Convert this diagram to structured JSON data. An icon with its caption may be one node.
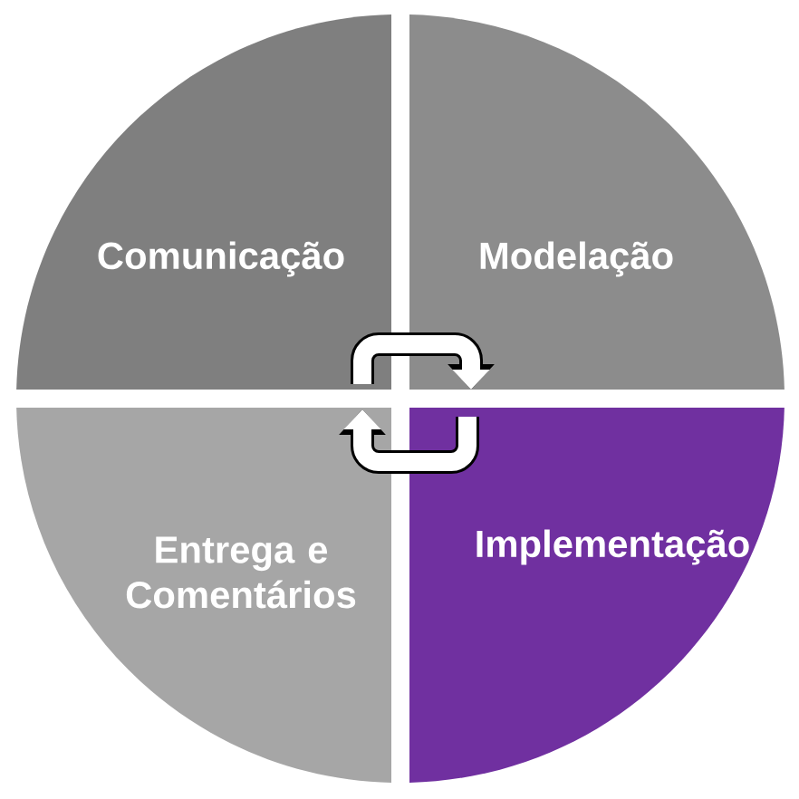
{
  "diagram": {
    "nodes": [
      {
        "text": [
          "Comunicação"
        ]
      },
      {
        "text": [
          "Modelação"
        ]
      },
      {
        "text": [
          "Entrega e Comentários"
        ]
      },
      {
        "text": [
          "Implementação"
        ]
      }
    ],
    "edges": [
      {
        "from": 0,
        "to": 1,
        "arrow": "to"
      },
      {
        "from": 3,
        "to": 2,
        "arrow": "to"
      }
    ]
  }
}
